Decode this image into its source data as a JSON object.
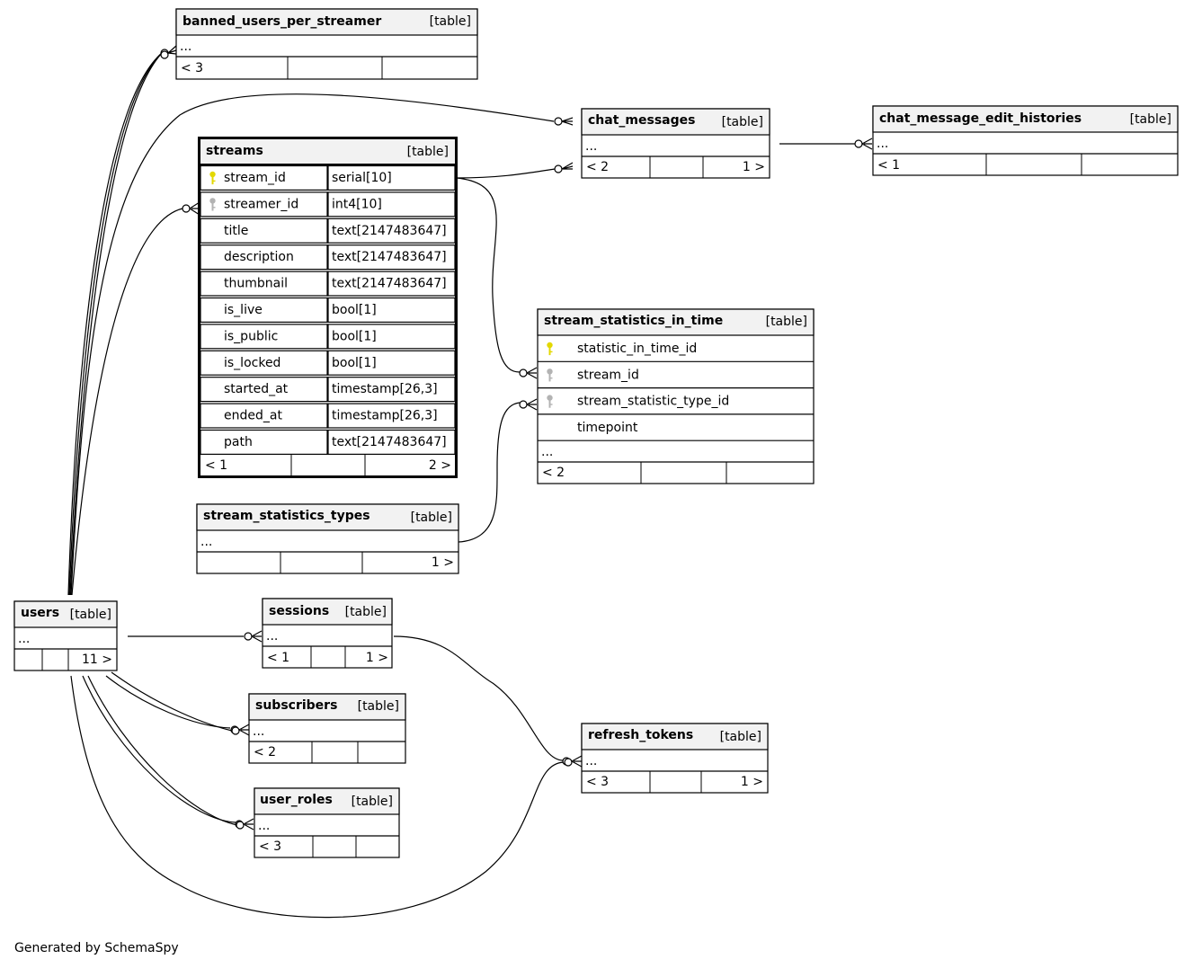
{
  "footer": "Generated by SchemaSpy",
  "colors": {
    "primary_key": "#e3d800",
    "foreign_key": "#b3b3b3",
    "header_bg": "#f2f2f2"
  },
  "tables": {
    "banned_users_per_streamer": {
      "name": "banned_users_per_streamer",
      "tag": "[table]",
      "columns": "...",
      "footer_left": "< 3",
      "footer_right": ""
    },
    "chat_messages": {
      "name": "chat_messages",
      "tag": "[table]",
      "columns": "...",
      "footer_left": "< 2",
      "footer_right": "1 >"
    },
    "chat_message_edit_histories": {
      "name": "chat_message_edit_histories",
      "tag": "[table]",
      "columns": "...",
      "footer_left": "< 1",
      "footer_right": ""
    },
    "streams": {
      "name": "streams",
      "tag": "[table]",
      "columns": [
        {
          "name": "stream_id",
          "type": "serial[10]",
          "key": "primary-key-icon"
        },
        {
          "name": "streamer_id",
          "type": "int4[10]",
          "key": "foreign-key-icon"
        },
        {
          "name": "title",
          "type": "text[2147483647]",
          "key": ""
        },
        {
          "name": "description",
          "type": "text[2147483647]",
          "key": ""
        },
        {
          "name": "thumbnail",
          "type": "text[2147483647]",
          "key": ""
        },
        {
          "name": "is_live",
          "type": "bool[1]",
          "key": ""
        },
        {
          "name": "is_public",
          "type": "bool[1]",
          "key": ""
        },
        {
          "name": "is_locked",
          "type": "bool[1]",
          "key": ""
        },
        {
          "name": "started_at",
          "type": "timestamp[26,3]",
          "key": ""
        },
        {
          "name": "ended_at",
          "type": "timestamp[26,3]",
          "key": ""
        },
        {
          "name": "path",
          "type": "text[2147483647]",
          "key": ""
        }
      ],
      "footer_left": "< 1",
      "footer_right": "2 >"
    },
    "stream_statistics_in_time": {
      "name": "stream_statistics_in_time",
      "tag": "[table]",
      "columns": [
        {
          "name": "statistic_in_time_id",
          "key": "primary-key-icon"
        },
        {
          "name": "stream_id",
          "key": "foreign-key-icon"
        },
        {
          "name": "stream_statistic_type_id",
          "key": "foreign-key-icon"
        },
        {
          "name": "timepoint",
          "key": ""
        }
      ],
      "more": "...",
      "footer_left": "< 2",
      "footer_right": ""
    },
    "stream_statistics_types": {
      "name": "stream_statistics_types",
      "tag": "[table]",
      "columns": "...",
      "footer_left": "",
      "footer_right": "1 >"
    },
    "users": {
      "name": "users",
      "tag": "[table]",
      "columns": "...",
      "footer_left": "",
      "footer_right": "11 >"
    },
    "sessions": {
      "name": "sessions",
      "tag": "[table]",
      "columns": "...",
      "footer_left": "< 1",
      "footer_right": "1 >"
    },
    "subscribers": {
      "name": "subscribers",
      "tag": "[table]",
      "columns": "...",
      "footer_left": "< 2",
      "footer_right": ""
    },
    "user_roles": {
      "name": "user_roles",
      "tag": "[table]",
      "columns": "...",
      "footer_left": "< 3",
      "footer_right": ""
    },
    "refresh_tokens": {
      "name": "refresh_tokens",
      "tag": "[table]",
      "columns": "...",
      "footer_left": "< 3",
      "footer_right": "1 >"
    }
  }
}
